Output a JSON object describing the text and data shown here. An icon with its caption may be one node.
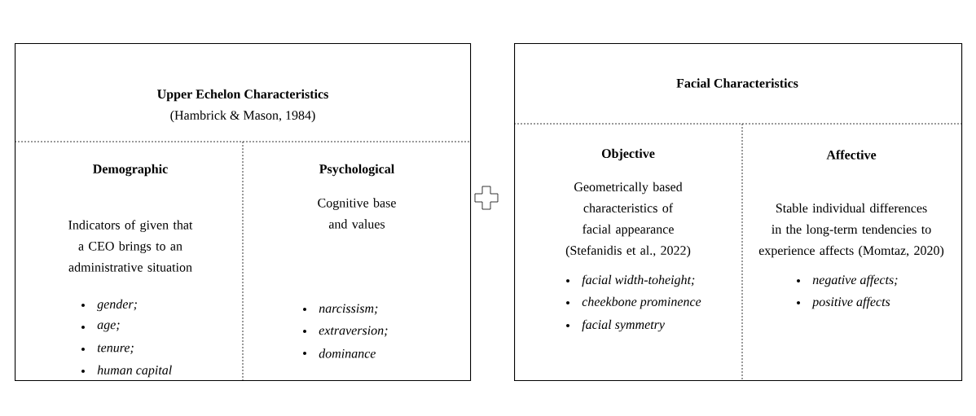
{
  "diagram": {
    "nodes": [
      {
        "text": [
          "Upper Echelon Characteristics",
          "(Hambrick & Mason, 1984)"
        ]
      },
      {
        "text": [
          "Demographic",
          "Indicators of given that a CEO brings to an administrative situation",
          "gender;",
          "age;",
          "tenure;",
          "human capital"
        ],
        "in": 0
      },
      {
        "text": [
          "Psychological",
          "Cognitive base and values",
          "narcissism;",
          "extraversion;",
          "dominance"
        ],
        "in": 0
      },
      {
        "text": [],
        "shape": "cross"
      },
      {
        "text": [
          "Facial Characteristics"
        ]
      },
      {
        "text": [
          "Objective",
          "Geometrically based characteristics of facial appearance (Stefanidis et al., 2022)",
          "facial width-toheight;",
          "cheekbone prominence",
          "facial symmetry"
        ],
        "in": 4
      },
      {
        "text": [
          "Affective",
          "Stable individual differences in the long-term tendencies to experience affects (Momtaz, 2020)",
          "negative affects;",
          "positive affects"
        ],
        "in": 4
      }
    ]
  }
}
